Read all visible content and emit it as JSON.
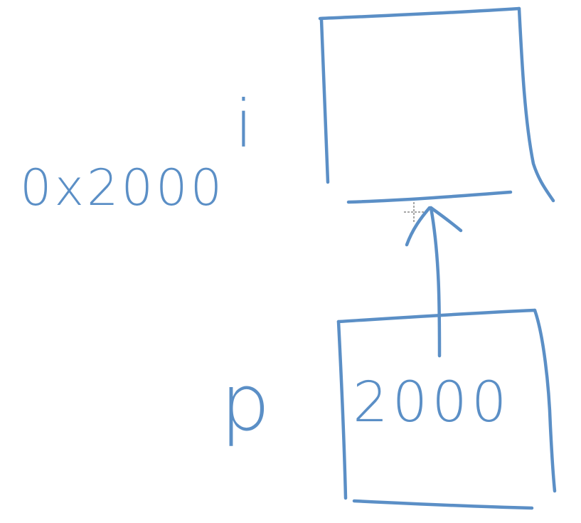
{
  "variable_i": {
    "name": "i",
    "address": "0x2000"
  },
  "variable_p": {
    "name": "p",
    "value": "2000"
  },
  "colors": {
    "ink": "#5b8fc6",
    "background": "#ffffff"
  }
}
